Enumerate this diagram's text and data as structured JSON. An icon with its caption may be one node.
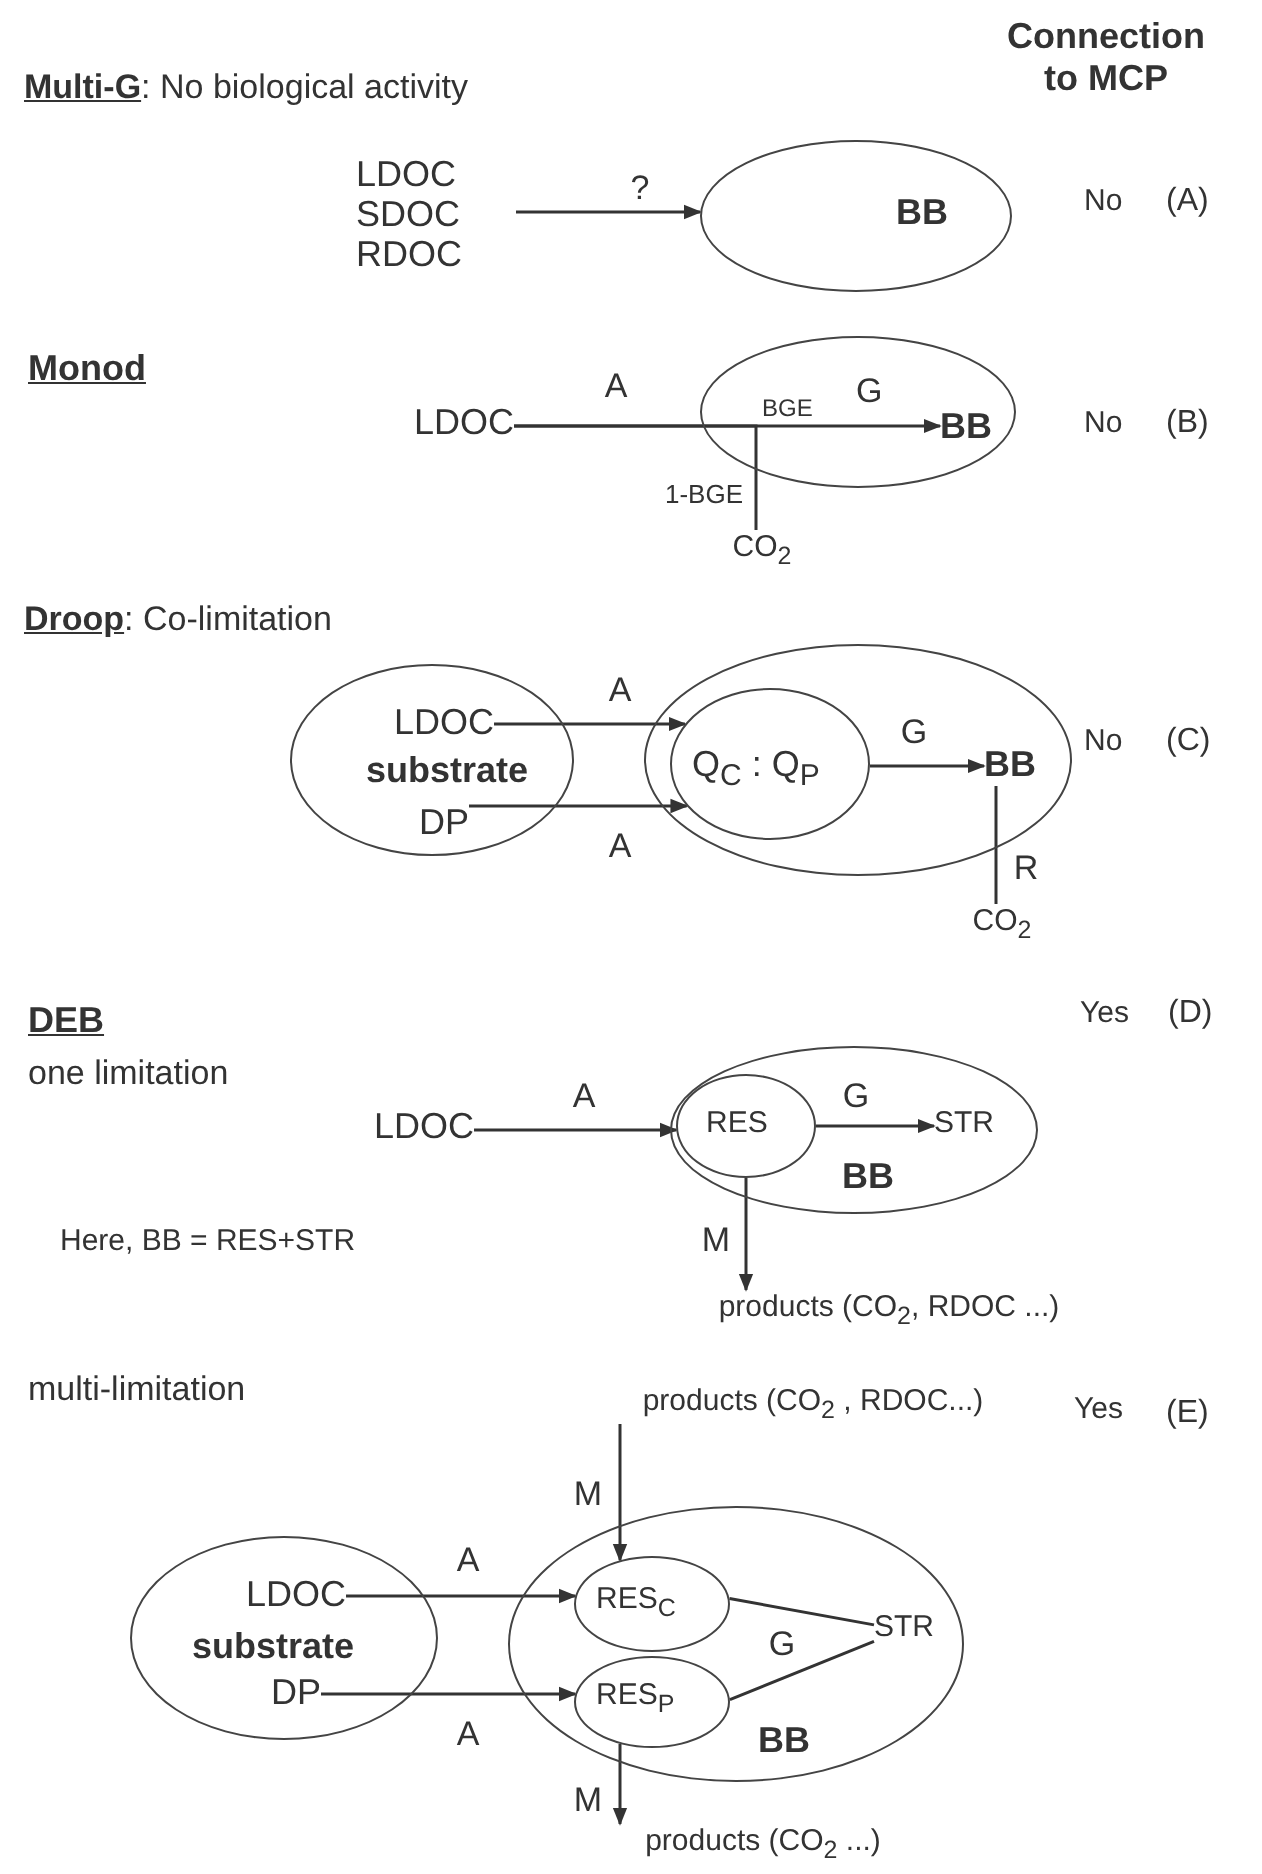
{
  "diagram": {
    "nodes": [
      {
        "text": [
          "LDOC",
          "SDOC",
          "RDOC"
        ]
      },
      {
        "text": [
          "BB"
        ]
      },
      {
        "text": [
          "LDOC"
        ]
      },
      {
        "text": [],
        "shape": "ellipse"
      },
      {
        "text": [
          "BB"
        ],
        "in": 3
      },
      {
        "text": [
          "CO$_{2}$"
        ]
      },
      {
        "text": [
          "substrate"
        ]
      },
      {
        "text": [
          "LDOC"
        ],
        "in": 6
      },
      {
        "text": [
          "DP"
        ],
        "in": 6
      },
      {
        "text": [],
        "shape": "ellipse"
      },
      {
        "text": [
          "Q$_{C}$ : Q$_{P}$"
        ],
        "in": 9
      },
      {
        "text": [
          "BB"
        ],
        "in": 9
      },
      {
        "text": [
          "CO$_{2}$"
        ]
      },
      {
        "text": [
          "LDOC"
        ]
      },
      {
        "text": [
          "BB"
        ]
      },
      {
        "text": [
          "RES"
        ],
        "in": 14
      },
      {
        "text": [
          "STR"
        ],
        "in": 14
      },
      {
        "text": [
          "products (CO$_{2}$, RDOC ...)"
        ]
      },
      {
        "text": [
          "products (CO$_{2}$ , RDOC...)"
        ]
      },
      {
        "text": [
          "substrate"
        ]
      },
      {
        "text": [
          "LDOC"
        ],
        "in": 19
      },
      {
        "text": [
          "DP"
        ],
        "in": 19
      },
      {
        "text": [
          "BB"
        ]
      },
      {
        "text": [
          "RES$_{C}$"
        ],
        "in": 22
      },
      {
        "text": [
          "RES$_{P}$"
        ],
        "in": 22
      },
      {
        "text": [
          "STR"
        ],
        "in": 22
      },
      {
        "text": [
          "products (CO$_{2}$ ...)"
        ]
      }
    ],
    "edges": [
      {
        "from": 0,
        "to": 1,
        "arrow": "to",
        "label": "?"
      },
      {
        "from": 2,
        "to": 4,
        "arrow": "to",
        "label": "A"
      },
      {
        "from": 2,
        "to": 5,
        "arrow": "none",
        "label": "1-BGE"
      },
      {
        "from": 7,
        "to": 10,
        "arrow": "to",
        "label": "A"
      },
      {
        "from": 8,
        "to": 10,
        "arrow": "to",
        "label": "A"
      },
      {
        "from": 10,
        "to": 11,
        "arrow": "to",
        "label": "G"
      },
      {
        "from": 11,
        "to": 12,
        "arrow": "none",
        "label": "R"
      },
      {
        "from": 13,
        "to": 15,
        "arrow": "to",
        "label": "A"
      },
      {
        "from": 15,
        "to": 16,
        "arrow": "to",
        "label": "G"
      },
      {
        "from": 15,
        "to": 17,
        "arrow": "to",
        "label": "M"
      },
      {
        "from": 18,
        "to": 23,
        "arrow": "to",
        "label": "M"
      },
      {
        "from": 20,
        "to": 23,
        "arrow": "to",
        "label": "A"
      },
      {
        "from": 21,
        "to": 24,
        "arrow": "to",
        "label": "A"
      },
      {
        "from": 23,
        "to": 25,
        "arrow": "none",
        "label": "G"
      },
      {
        "from": 24,
        "to": 25,
        "arrow": "none"
      },
      {
        "from": 24,
        "to": 26,
        "arrow": "to",
        "label": "M"
      }
    ],
    "labels": [
      "Connection to MCP",
      "**Multi-G**: No biological activity",
      "No",
      "(A)",
      "Monod",
      "No",
      "(B)",
      "BGE",
      "G",
      "**Droop**: Co-limitation",
      "No",
      "(C)",
      "DEB",
      "Yes",
      "(D)",
      "one limitation",
      "Here, BB = RES+STR",
      "multi-limitation",
      "Yes",
      "(E)"
    ]
  }
}
